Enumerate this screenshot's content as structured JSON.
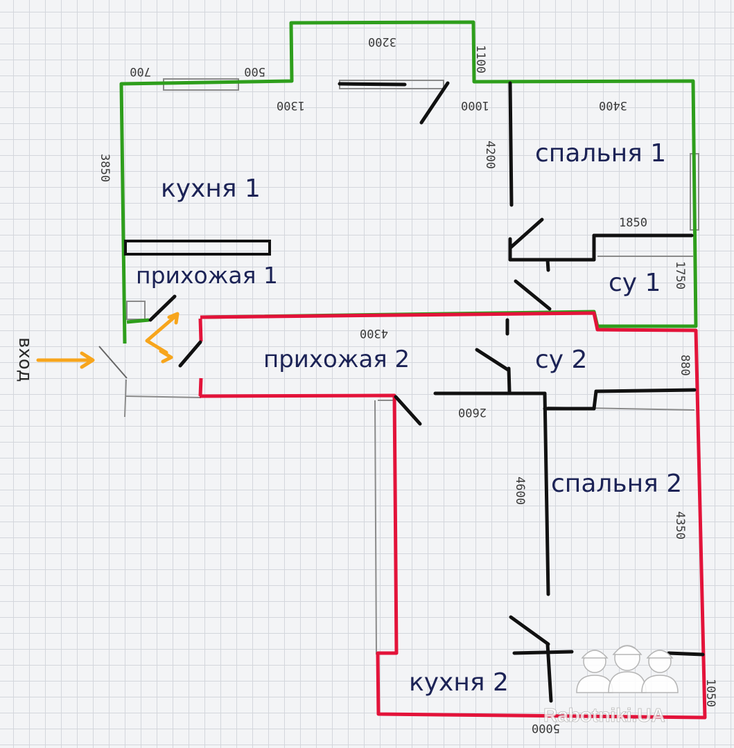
{
  "rooms": {
    "kitchen1": "кухня 1",
    "bedroom1": "спальня 1",
    "hallway1": "прихожая 1",
    "bath1": "су 1",
    "hallway2": "прихожая 2",
    "bath2": "су 2",
    "bedroom2": "спальня 2",
    "kitchen2": "кухня 2"
  },
  "entrance_label": "вход",
  "dimensions": {
    "balcony_width": "3200",
    "balcony_depth": "1100",
    "window_left": "700",
    "window_offset": "500",
    "kitchen_window": "1300",
    "balcony_door": "1000",
    "bedroom1_width": "3400",
    "kitchen1_depth": "3850",
    "bedroom1_depth": "4200",
    "bath1_width": "1850",
    "bath1_depth": "1750",
    "hallway2_length": "4300",
    "bath2_depth": "880",
    "bath2_width": "2600",
    "bedroom2_depth": "4600",
    "bedroom2_right": "4350",
    "kitchen2_depth": "1050",
    "kitchen2_width": "5000"
  },
  "watermark": "Rabotniki.UA",
  "colors": {
    "apartment1_outline": "#2e9e1c",
    "apartment2_outline": "#e3133a",
    "walls": "#111111",
    "arrows": "#f7a51c",
    "labels": "#1c2356"
  }
}
